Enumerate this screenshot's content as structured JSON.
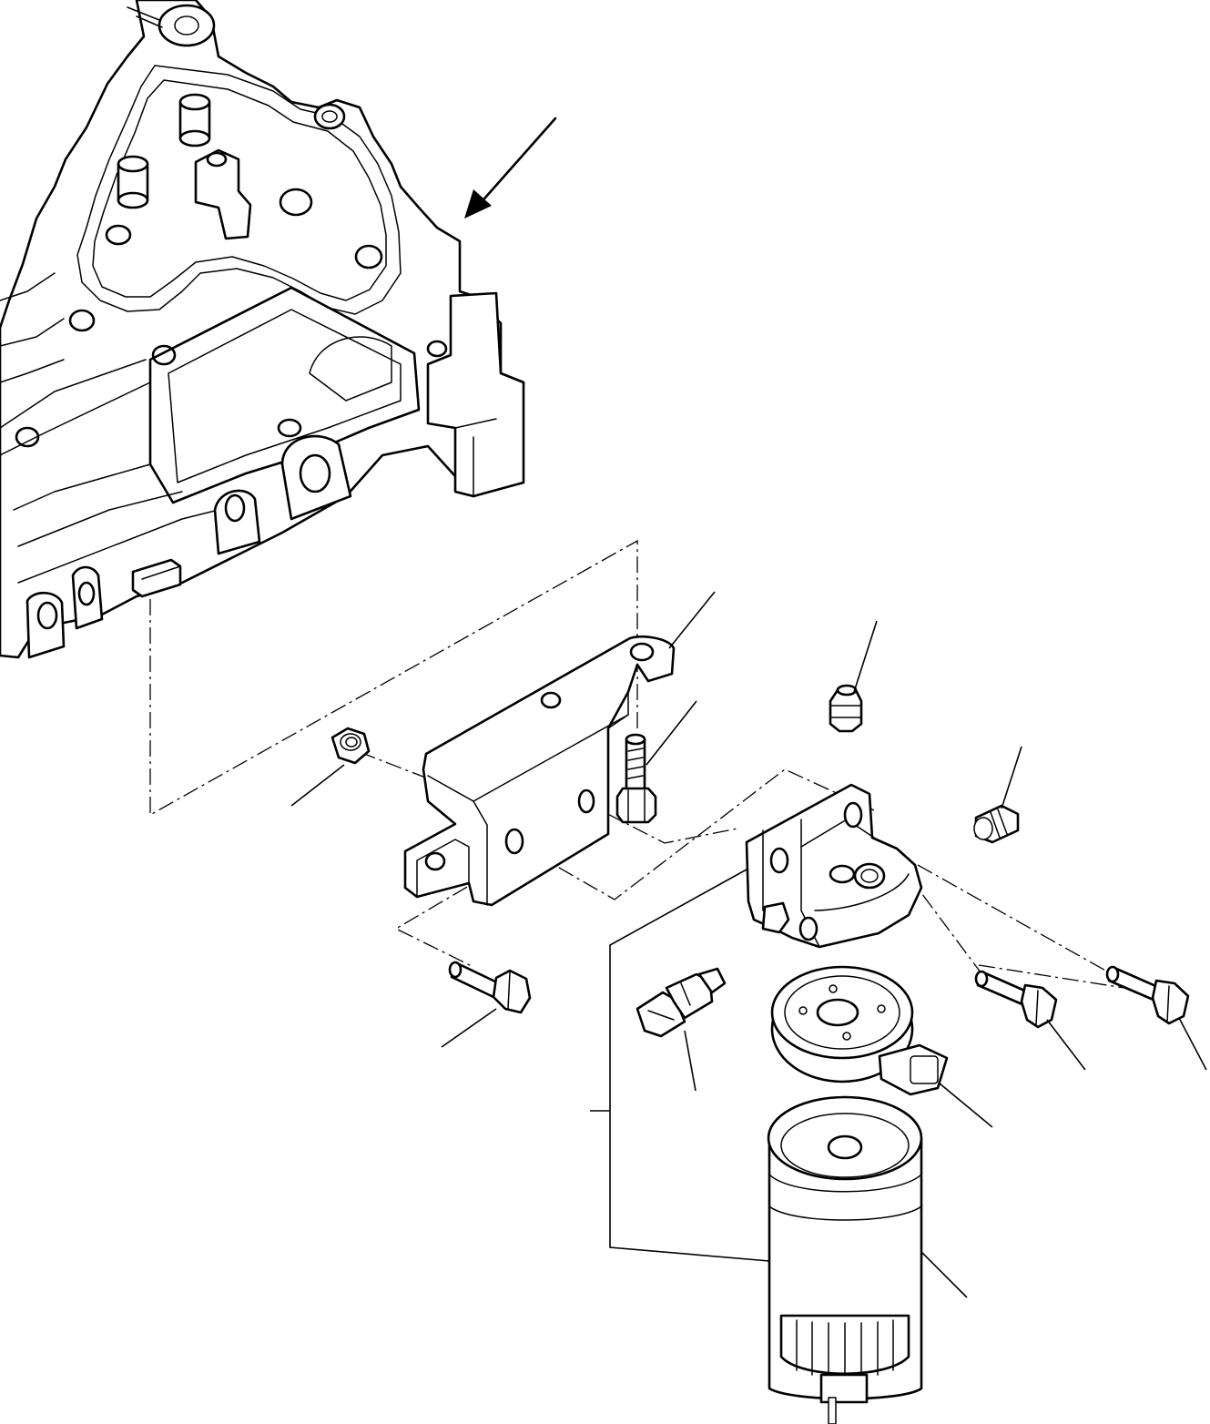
{
  "diagram": {
    "kind": "exploded-parts-view",
    "line_color": "#000000",
    "background": "#ffffff",
    "components": [
      "transmission-housing",
      "filter-bracket",
      "hex-nut",
      "bracket-bolt",
      "hex-bolt",
      "bleed-screw",
      "plug",
      "filter-head",
      "sensor",
      "heater",
      "mount-bolt",
      "mount-bolt",
      "fuel-filter"
    ],
    "callout_labels": []
  }
}
